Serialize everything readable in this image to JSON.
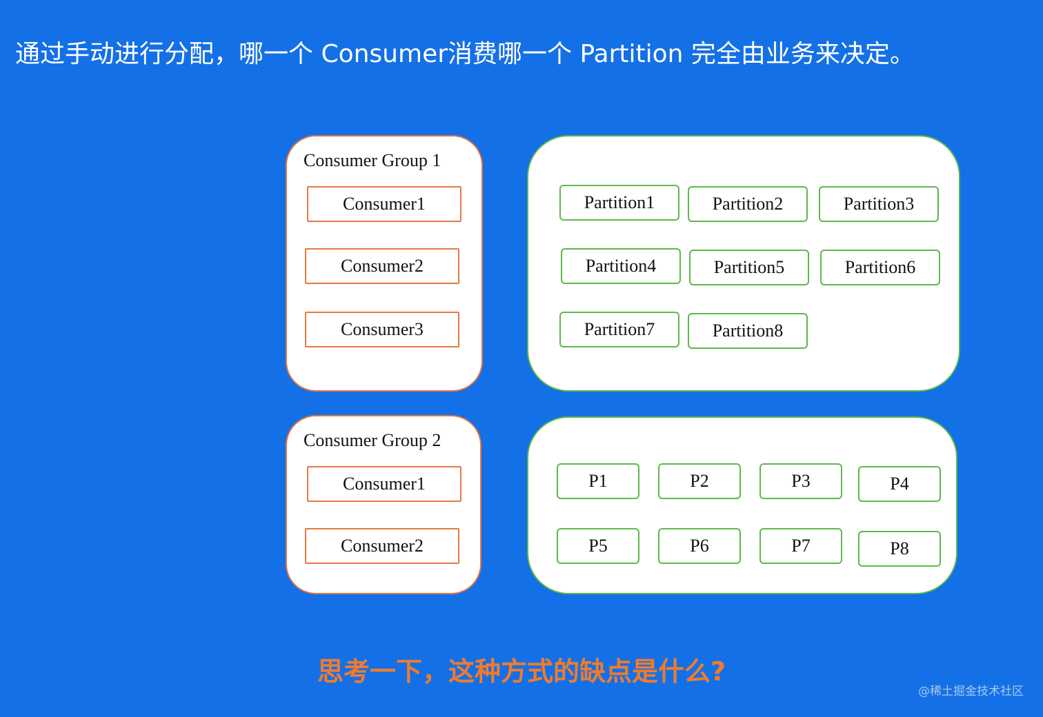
{
  "title": "通过手动进行分配，哪一个 Consumer消费哪一个 Partition 完全由业务来决定。",
  "group1": {
    "title": "Consumer Group 1",
    "consumers": [
      "Consumer1",
      "Consumer2",
      "Consumer3"
    ]
  },
  "partitions1": [
    "Partition1",
    "Partition2",
    "Partition3",
    "Partition4",
    "Partition5",
    "Partition6",
    "Partition7",
    "Partition8"
  ],
  "group2": {
    "title": "Consumer Group 2",
    "consumers": [
      "Consumer1",
      "Consumer2"
    ]
  },
  "partitions2": [
    "P1",
    "P2",
    "P3",
    "P4",
    "P5",
    "P6",
    "P7",
    "P8"
  ],
  "question": "思考一下，这种方式的缺点是什么?",
  "credit": "@稀土掘金技术社区",
  "colors": {
    "background": "#1470e6",
    "consumer_border": "#e8773f",
    "partition_border": "#5db84a",
    "question": "#f07b2f"
  }
}
